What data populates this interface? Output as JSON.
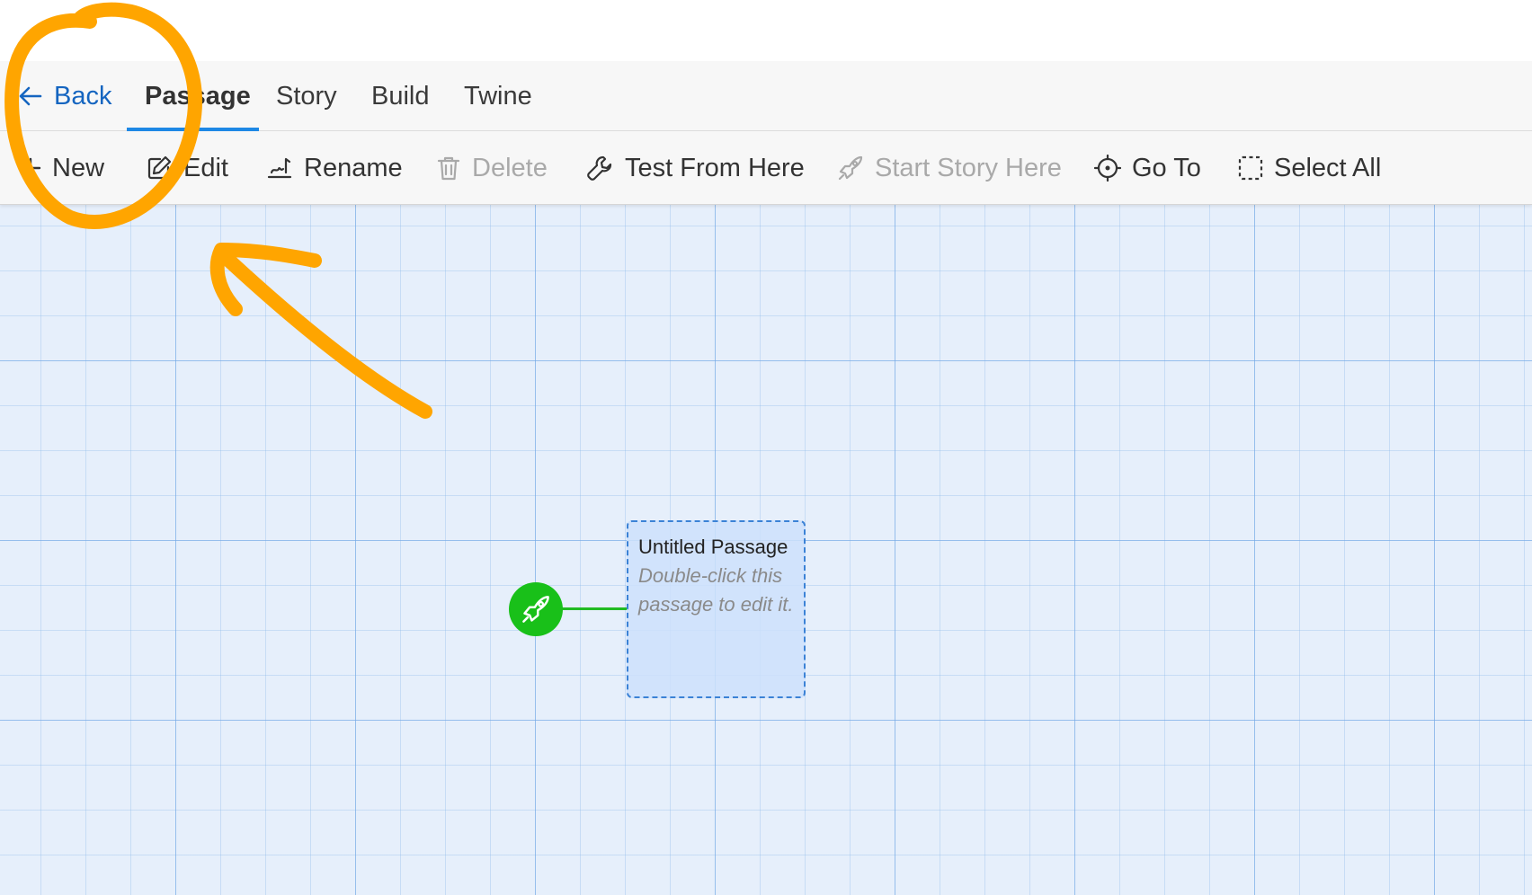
{
  "tabs": {
    "back": "Back",
    "items": [
      {
        "label": "Passage",
        "active": true
      },
      {
        "label": "Story",
        "active": false
      },
      {
        "label": "Build",
        "active": false
      },
      {
        "label": "Twine",
        "active": false
      }
    ]
  },
  "toolbar": {
    "new": {
      "label": "New",
      "icon": "plus-icon",
      "enabled": true
    },
    "edit": {
      "label": "Edit",
      "icon": "pencil-icon",
      "enabled": true
    },
    "rename": {
      "label": "Rename",
      "icon": "signature-icon",
      "enabled": true
    },
    "delete": {
      "label": "Delete",
      "icon": "trash-icon",
      "enabled": false
    },
    "test": {
      "label": "Test From Here",
      "icon": "wrench-icon",
      "enabled": true
    },
    "start": {
      "label": "Start Story Here",
      "icon": "rocket-icon",
      "enabled": false
    },
    "goto": {
      "label": "Go To",
      "icon": "crosshair-icon",
      "enabled": true
    },
    "selectall": {
      "label": "Select All",
      "icon": "dashed-square-icon",
      "enabled": true
    }
  },
  "passage": {
    "title": "Untitled Passage",
    "excerpt": "Double-click this passage to edit it."
  },
  "colors": {
    "accent": "#1e88e5",
    "back_link": "#1565c0",
    "start_badge": "#19c019",
    "annotation": "#ffa500",
    "canvas": "#e6effb"
  }
}
